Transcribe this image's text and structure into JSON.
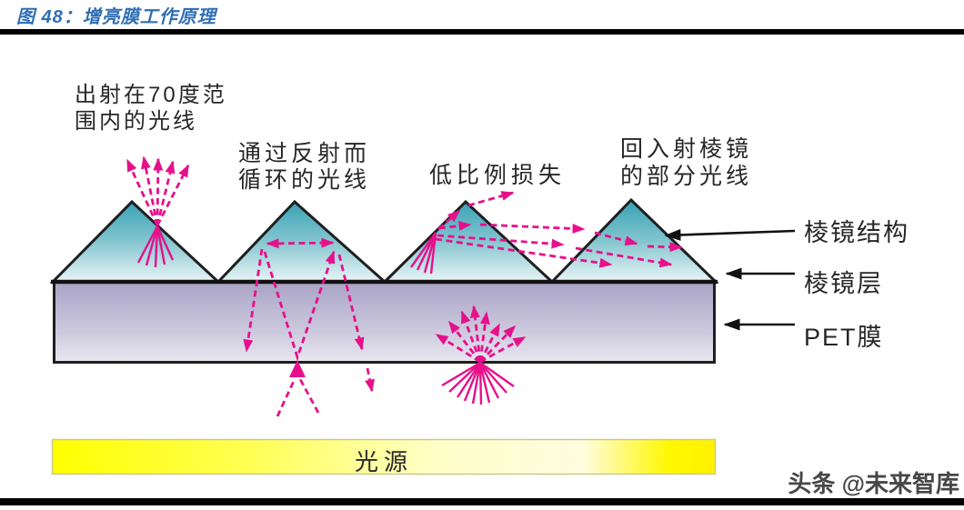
{
  "figure": {
    "title": "图 48：增亮膜工作原理",
    "watermark": "头条 @未来智库"
  },
  "labels": {
    "exit70": {
      "line1": "出射在70度范",
      "line2": "围内的光线"
    },
    "recycled": {
      "line1": "通过反射而",
      "line2": "循环的光线"
    },
    "low_loss": "低比例损失",
    "reenter": {
      "line1": "回入射棱镜",
      "line2": "的部分光线"
    },
    "prism_structure": "棱镜结构",
    "prism_layer": "棱镜层",
    "pet_film": "PET膜",
    "light_source": "光源"
  },
  "colors": {
    "title_blue": "#2f6eb5",
    "ray_magenta": "#e6108b",
    "prism_teal_top": "#35a0b4",
    "prism_teal_bottom": "#eaf5f6",
    "film_purple_top": "#a9a3c6",
    "film_purple_bottom": "#e9e8f1",
    "light_source_yellow": "#ffff00",
    "outline_black": "#1f1f1f"
  }
}
